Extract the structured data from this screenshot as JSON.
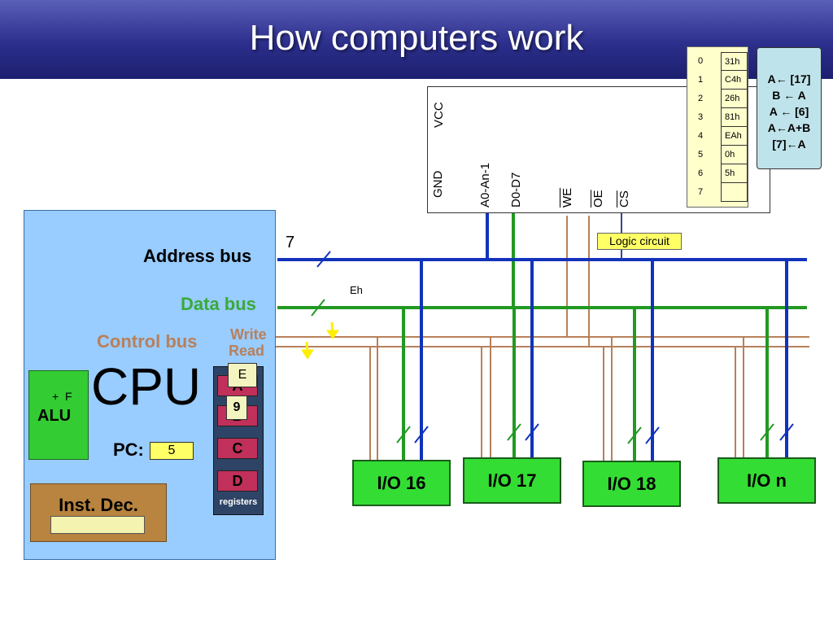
{
  "title": "How computers work",
  "cpu": {
    "label": "CPU",
    "alu": {
      "label": "ALU",
      "ops": "+  F"
    },
    "pc": {
      "label": "PC:",
      "value": "5"
    },
    "inst_dec": {
      "label": "Inst. Dec.",
      "value": ""
    },
    "registers": {
      "label": "registers",
      "items": [
        {
          "name": "A",
          "value": "E"
        },
        {
          "name": "B",
          "value": "9"
        },
        {
          "name": "C",
          "value": ""
        },
        {
          "name": "D",
          "value": ""
        }
      ]
    }
  },
  "buses": {
    "address": {
      "label": "Address bus",
      "value": "7"
    },
    "data": {
      "label": "Data bus",
      "value": "Eh"
    },
    "control": {
      "label": "Control bus",
      "write": "Write",
      "read": "Read"
    }
  },
  "memory_chip": {
    "pins": [
      "VCC",
      "GND",
      "A0-An-1",
      "D0-D7",
      "WE",
      "OE",
      "CS"
    ]
  },
  "memory": {
    "rows": [
      {
        "addr": "0",
        "value": "31h"
      },
      {
        "addr": "1",
        "value": "C4h"
      },
      {
        "addr": "2",
        "value": "26h"
      },
      {
        "addr": "3",
        "value": "81h"
      },
      {
        "addr": "4",
        "value": "EAh"
      },
      {
        "addr": "5",
        "value": "0h"
      },
      {
        "addr": "6",
        "value": "5h"
      },
      {
        "addr": "7",
        "value": ""
      }
    ]
  },
  "program": [
    "A← [17]",
    "B ← A",
    "A ← [6]",
    "A←A+B",
    "[7]←A"
  ],
  "logic_circuit": "Logic circuit",
  "io_devices": [
    "I/O 16",
    "I/O 17",
    "I/O 18",
    "I/O n"
  ],
  "colors": {
    "address_bus": "#1133bb",
    "data_bus": "#229922",
    "control_bus": "#b8805a",
    "signal_arrow": "#ffee00",
    "title_bar": "#2c2f8c",
    "cpu_fill": "#99ccff"
  }
}
